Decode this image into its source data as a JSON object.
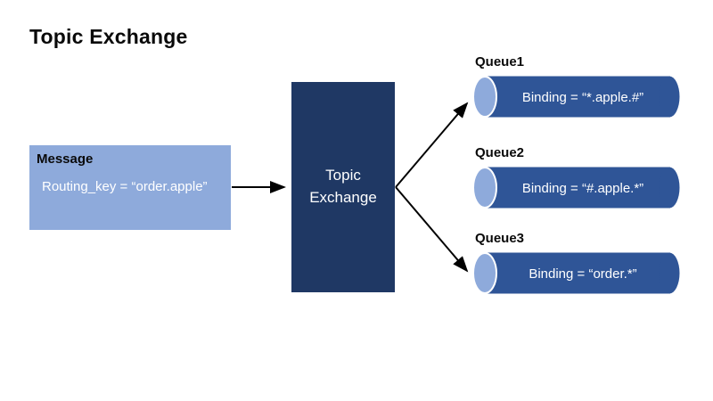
{
  "title": "Topic Exchange",
  "colors": {
    "background": "#FFFFFF",
    "message_fill": "#8EAADB",
    "exchange_fill": "#1F3864",
    "queue_body_fill": "#2F5597",
    "queue_cap_fill": "#8EAADB",
    "arrow": "#000000",
    "heading_text": "#0A0A0A",
    "light_text": "#FFFFFF"
  },
  "message": {
    "label": "Message",
    "routing_key": "Routing_key = “order.apple”"
  },
  "exchange": {
    "label": "Topic Exchange"
  },
  "queues": [
    {
      "name": "Queue1",
      "binding": "Binding = “*.apple.#”"
    },
    {
      "name": "Queue2",
      "binding": "Binding = “#.apple.*”"
    },
    {
      "name": "Queue3",
      "binding": "Binding = “order.*”"
    }
  ],
  "connections": [
    {
      "from": "message",
      "to": "topic-exchange"
    },
    {
      "from": "topic-exchange",
      "to": "queue1"
    },
    {
      "from": "topic-exchange",
      "to": "queue3"
    }
  ]
}
